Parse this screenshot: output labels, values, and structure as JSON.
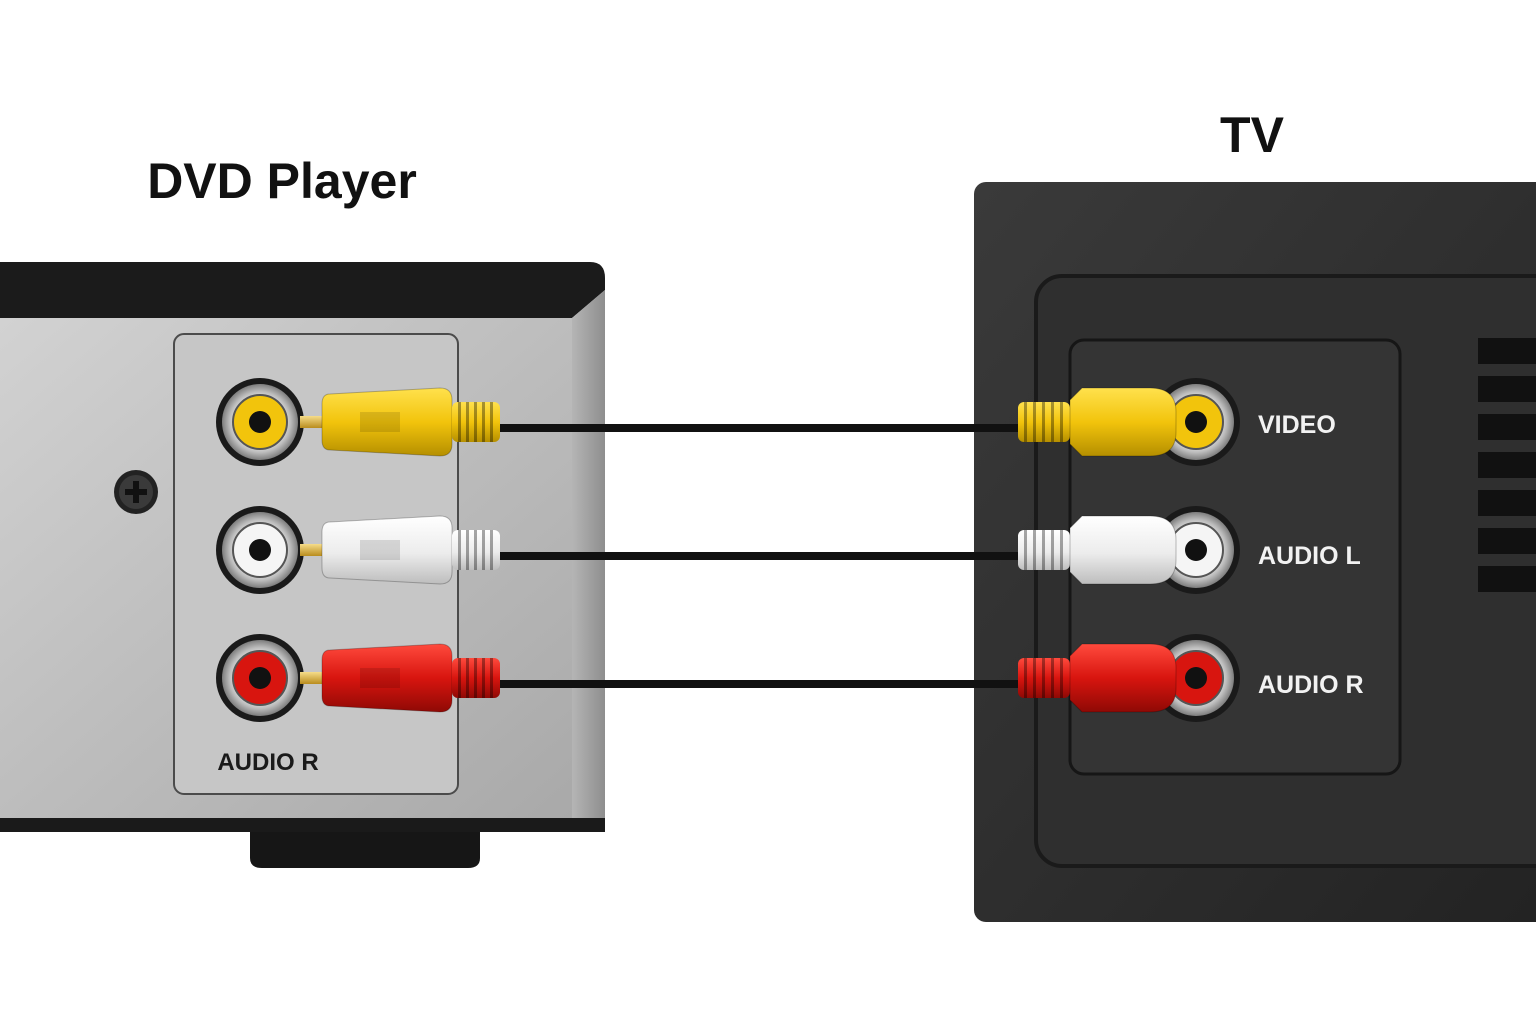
{
  "devices": {
    "dvd": {
      "title": "DVD Player",
      "panel_label": "AUDIO R"
    },
    "tv": {
      "title": "TV",
      "ports": [
        {
          "label": "VIDEO",
          "color": "yellow"
        },
        {
          "label": "AUDIO L",
          "color": "white"
        },
        {
          "label": "AUDIO R",
          "color": "red"
        }
      ]
    }
  },
  "cables": [
    {
      "color": "yellow",
      "hex": "#f2c40c"
    },
    {
      "color": "white",
      "hex": "#f2f2f2"
    },
    {
      "color": "red",
      "hex": "#d8150f"
    }
  ],
  "colors": {
    "yellow": "#f2c40c",
    "white": "#f2f2f2",
    "red": "#d8150f",
    "dvd_body": "#c4c4c4",
    "tv_body": "#2b2b2b"
  }
}
